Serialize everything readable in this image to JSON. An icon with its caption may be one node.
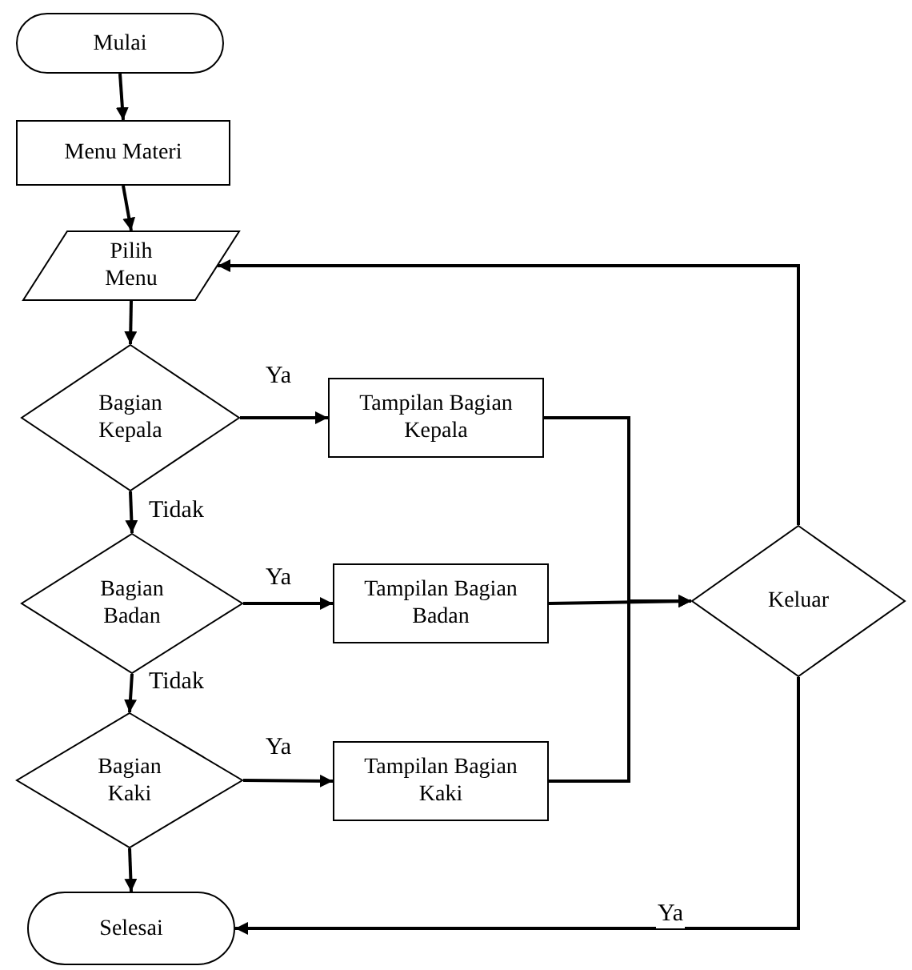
{
  "diagram": {
    "nodes": [
      {
        "text": [
          "Mulai"
        ]
      },
      {
        "text": [
          "Menu Materi"
        ]
      },
      {
        "text": [
          "Pilih Menu"
        ]
      },
      {
        "text": [
          "Bagian Kepala"
        ]
      },
      {
        "text": [
          "Tampilan Bagian Kepala"
        ]
      },
      {
        "text": [
          "Bagian Badan"
        ]
      },
      {
        "text": [
          "Tampilan Bagian Badan"
        ]
      },
      {
        "text": [
          "Bagian Kaki"
        ]
      },
      {
        "text": [
          "Tampilan Bagian Kaki"
        ]
      },
      {
        "text": [
          "Keluar"
        ]
      },
      {
        "text": [
          "Selesai"
        ]
      }
    ],
    "edges": [
      {
        "from": 0,
        "to": 1,
        "arrow": "to"
      },
      {
        "from": 1,
        "to": 2,
        "arrow": "to"
      },
      {
        "from": 2,
        "to": 3,
        "arrow": "to"
      },
      {
        "from": 3,
        "to": 4,
        "arrow": "to",
        "label": "Ya"
      },
      {
        "from": 3,
        "to": 5,
        "arrow": "to",
        "label": "Tidak"
      },
      {
        "from": 5,
        "to": 6,
        "arrow": "to",
        "label": "Ya"
      },
      {
        "from": 5,
        "to": 7,
        "arrow": "to",
        "label": "Tidak"
      },
      {
        "from": 7,
        "to": 8,
        "arrow": "to",
        "label": "Ya"
      },
      {
        "from": 7,
        "to": 10,
        "arrow": "to"
      },
      {
        "from": 4,
        "to": 9,
        "arrow": "to"
      },
      {
        "from": 6,
        "to": 9,
        "arrow": "to"
      },
      {
        "from": 8,
        "to": 9,
        "arrow": "to"
      },
      {
        "from": 9,
        "to": 2,
        "arrow": "to"
      },
      {
        "from": 9,
        "to": 10,
        "arrow": "to",
        "label": "Ya"
      }
    ]
  }
}
